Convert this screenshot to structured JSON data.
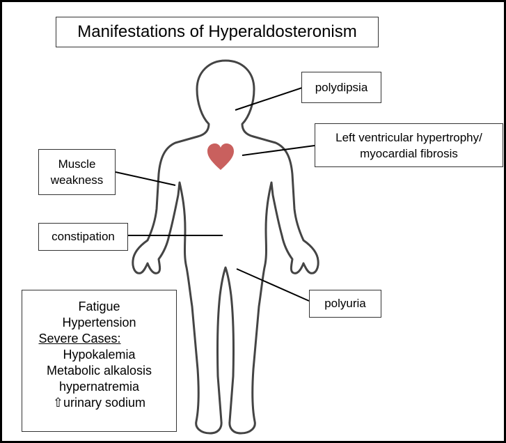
{
  "title": "Manifestations of Hyperaldosteronism",
  "labels": {
    "polydipsia": "polydipsia",
    "lv_line1": "Left ventricular hypertrophy/",
    "lv_line2": "myocardial fibrosis",
    "muscle_line1": "Muscle",
    "muscle_line2": "weakness",
    "constipation": "constipation",
    "polyuria": "polyuria"
  },
  "systemic": {
    "items": [
      "Fatigue",
      "Hypertension"
    ],
    "severe_heading": "Severe Cases:",
    "severe_items": [
      "Hypokalemia",
      "Metabolic alkalosis",
      "hypernatremia",
      "⇧urinary sodium"
    ]
  },
  "colors": {
    "heart": "#c9605e",
    "outline": "#444444",
    "frame": "#000000"
  },
  "icons": {
    "heart": "heart-icon",
    "body": "human-body-outline"
  }
}
